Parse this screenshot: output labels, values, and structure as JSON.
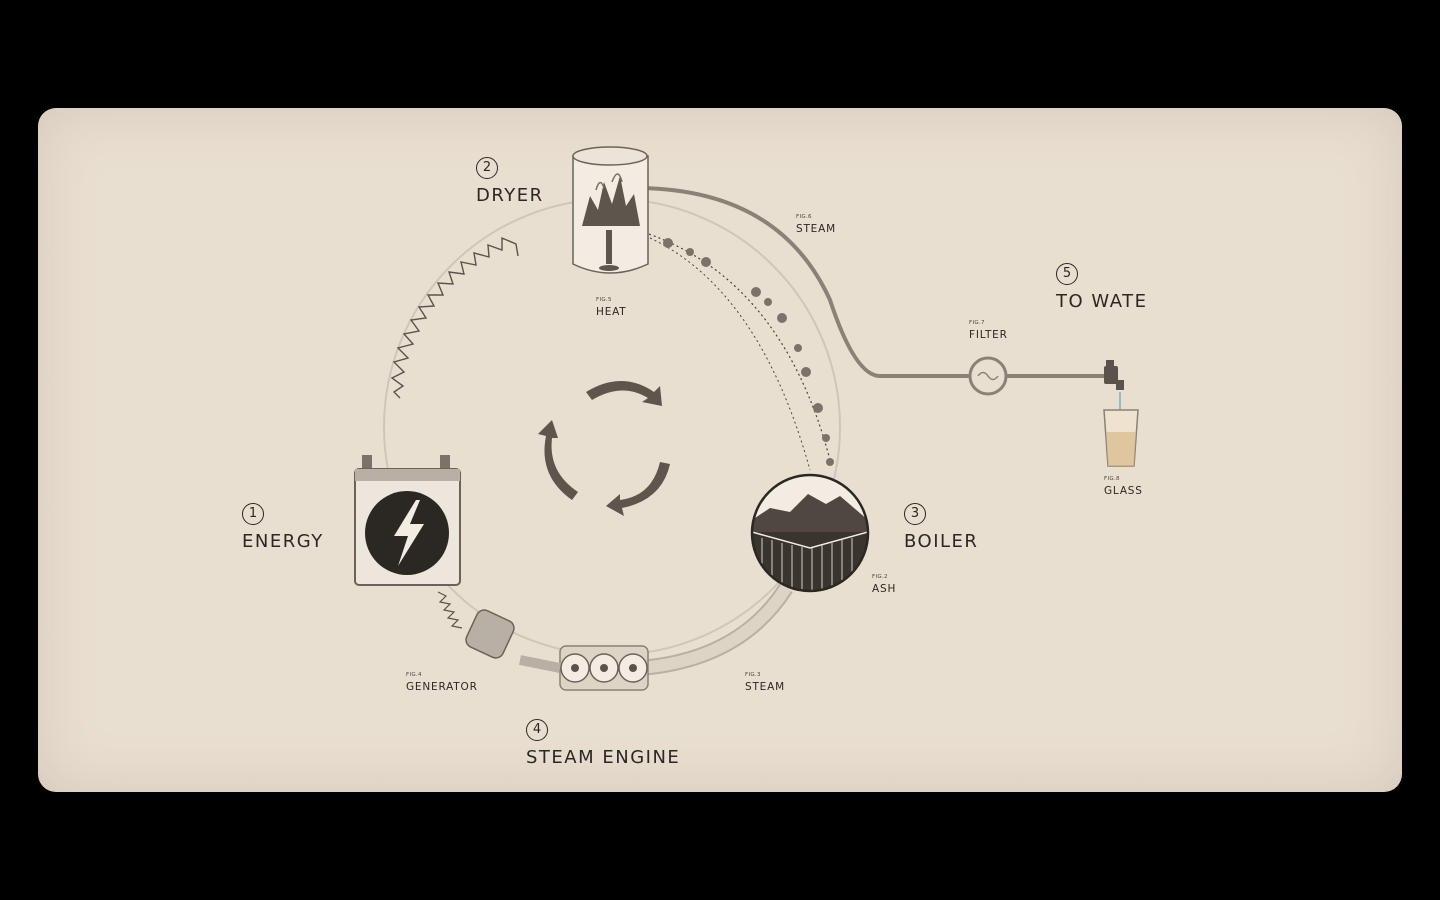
{
  "stages": [
    {
      "number": "1",
      "title": "ENERGY"
    },
    {
      "number": "2",
      "title": "DRYER"
    },
    {
      "number": "3",
      "title": "BOILER"
    },
    {
      "number": "4",
      "title": "STEAM ENGINE"
    },
    {
      "number": "5",
      "title": "TO WATE"
    }
  ],
  "figures": [
    {
      "fig": "FIG.5",
      "label": "HEAT"
    },
    {
      "fig": "FIG.6",
      "label": "STEAM"
    },
    {
      "fig": "FIG.7",
      "label": "FILTER"
    },
    {
      "fig": "FIG.8",
      "label": "GLASS"
    },
    {
      "fig": "FIG.2",
      "label": "ASH"
    },
    {
      "fig": "FIG.3",
      "label": "STEAM"
    },
    {
      "fig": "FIG.4",
      "label": "GENERATOR"
    }
  ],
  "colors": {
    "paper": "#e9dfd1",
    "ink": "#2b2723",
    "pipe": "#8a8177"
  },
  "icons": [
    "battery-icon",
    "lightning-icon",
    "dryer-tank-icon",
    "flame-icon",
    "boiler-icon",
    "gear-icon",
    "filter-icon",
    "faucet-icon",
    "glass-icon",
    "cycle-arrows-icon"
  ]
}
